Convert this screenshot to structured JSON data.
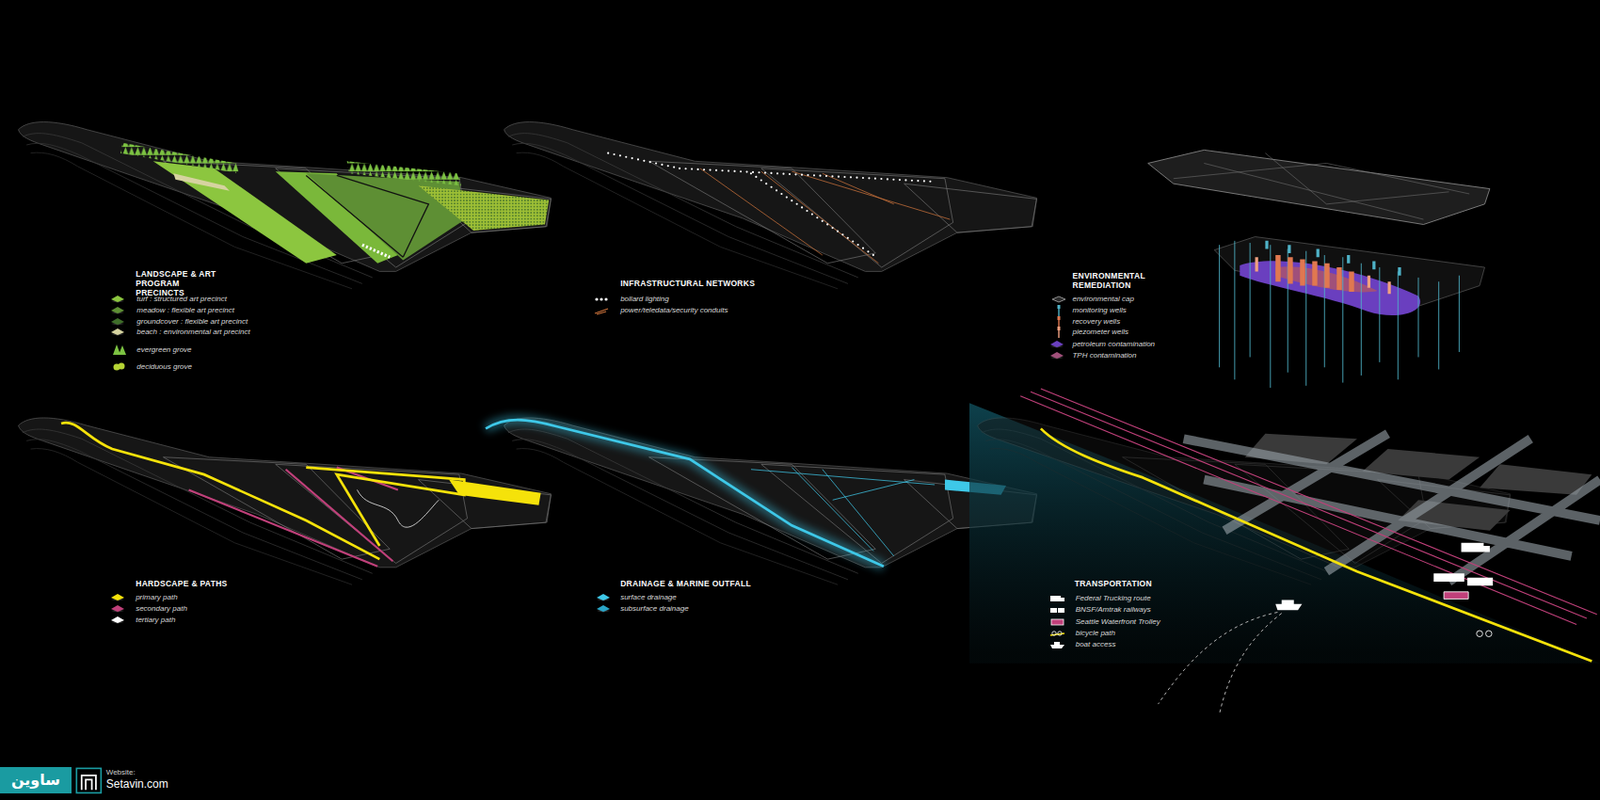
{
  "diagram": {
    "labels": [
      "LANDSCAPE & ART PROGRAM PRECINCTS",
      "INFRASTRUCTURAL NETWORKS",
      "ENVIRONMENTAL REMEDIATION",
      "HARDSCAPE & PATHS",
      "DRAINAGE & MARINE OUTFALL",
      "TRANSPORTATION",
      "ساوین",
      "Website:",
      "Setavin.com"
    ],
    "legend": [
      {
        "text": "turf : structured art precinct",
        "color": "#8cc63f"
      },
      {
        "text": "meadow : flexible art precinct",
        "color": "#5e8f34"
      },
      {
        "text": "groundcover : flexible art precinct",
        "color": "#3f6e2a"
      },
      {
        "text": "beach : environmental art precinct",
        "color": "#d6d3a0"
      },
      {
        "text": "evergreen grove",
        "color": "#7cc242"
      },
      {
        "text": "deciduous grove",
        "color": "#b5d334"
      },
      {
        "text": "bollard lighting"
      },
      {
        "text": "power/teledata/security conduits"
      },
      {
        "text": "environmental cap"
      },
      {
        "text": "monitoring wells"
      },
      {
        "text": "recovery wells"
      },
      {
        "text": "piezometer wells"
      },
      {
        "text": "petroleum contamination",
        "color": "#6a3fbf"
      },
      {
        "text": "TPH contamination",
        "color": "#a0507a"
      },
      {
        "text": "primary path",
        "color": "#f5e20a"
      },
      {
        "text": "secondary path",
        "color": "#c0407a"
      },
      {
        "text": "tertiary path",
        "color": "#ffffff"
      },
      {
        "text": "surface drainage",
        "color": "#3ec8e8"
      },
      {
        "text": "subsurface drainage",
        "color": "#2aa6c8"
      },
      {
        "text": "Federal Trucking route"
      },
      {
        "text": "BNSF/Amtrak railways"
      },
      {
        "text": "Seattle Waterfront Trolley"
      },
      {
        "text": "bicycle path"
      },
      {
        "text": "boat access"
      }
    ]
  }
}
